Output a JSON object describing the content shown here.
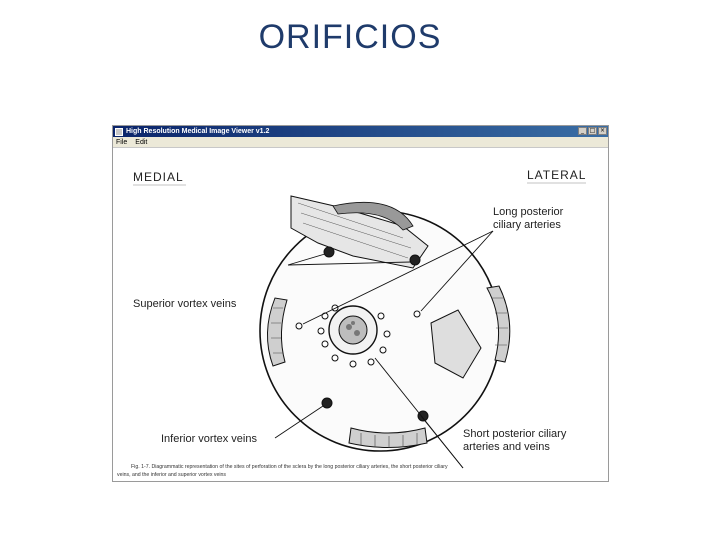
{
  "slide": {
    "title": "ORIFICIOS"
  },
  "viewer": {
    "window_title": "High Resolution Medical Image Viewer v1.2",
    "buttons": {
      "minimize": "_",
      "maximize": "□",
      "close": "×"
    },
    "menu": [
      "File",
      "Edit"
    ]
  },
  "figure": {
    "orientation_left": "MEDIAL",
    "orientation_right": "LATERAL",
    "labels": {
      "long_posterior": [
        "Long posterior",
        "ciliary arteries"
      ],
      "superior_vortex": "Superior vortex veins",
      "inferior_vortex": "Inferior vortex veins",
      "short_posterior": [
        "Short posterior ciliary",
        "arteries and veins"
      ]
    },
    "caption": [
      "Fig. 1-7. Diagrammatic representation of the sites of perforation of the sclera by the long posterior ciliary arteries, the short posterior ciliary",
      "veins, and the inferior and superior vortex veins"
    ]
  }
}
